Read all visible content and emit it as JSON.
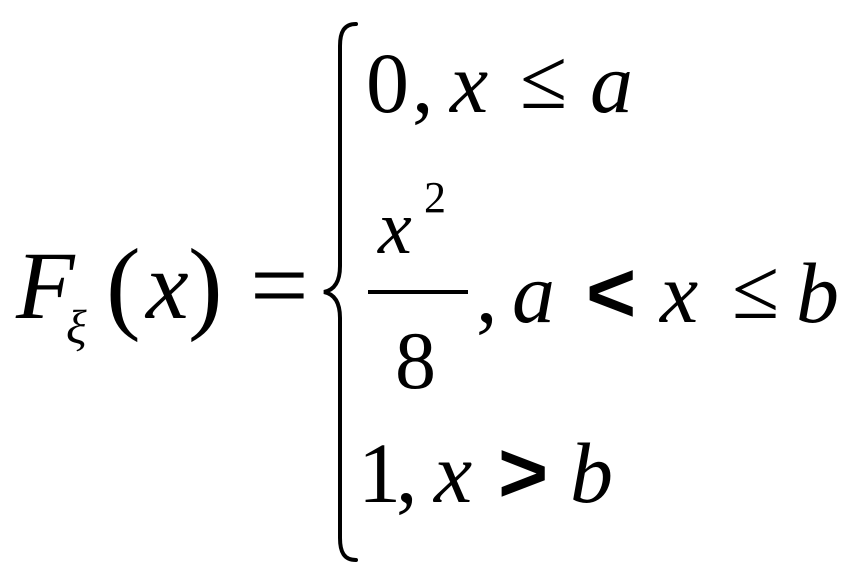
{
  "formula": {
    "lhs": {
      "function_name": "F",
      "subscript": "ξ",
      "open_paren": "(",
      "argument": "x",
      "close_paren": ")",
      "equals": "="
    },
    "cases": [
      {
        "value": "0",
        "comma": ",",
        "var": "x",
        "relation": "≤",
        "bound": "a"
      },
      {
        "numerator_base": "x",
        "numerator_exponent": "2",
        "denominator": "8",
        "comma": ",",
        "lower": "a",
        "relation_left": "<",
        "var": "x",
        "relation_right": "≤",
        "upper": "b"
      },
      {
        "value": "1",
        "comma": ",",
        "var": "x",
        "relation": ">",
        "bound": "b"
      }
    ]
  }
}
